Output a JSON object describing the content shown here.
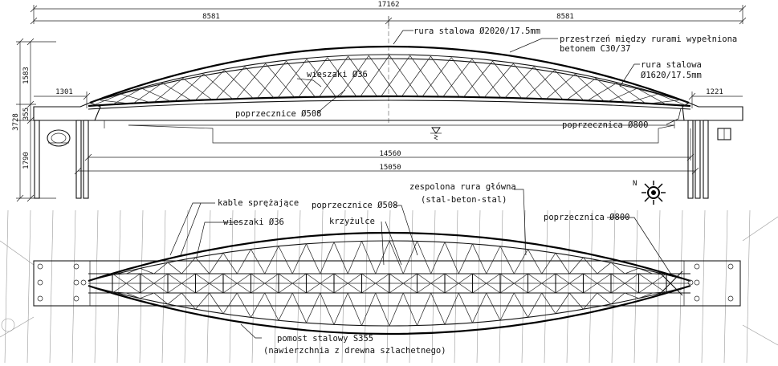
{
  "dimensions": {
    "total_span": "17162",
    "half_left": "8581",
    "half_right": "8581",
    "left_end": "1301",
    "right_end": "1221",
    "deck_inner": "14560",
    "abutment_span": "15050",
    "arch_rise": "1583",
    "total_height": "3728",
    "deck_depth": "355",
    "pier_height": "1790"
  },
  "elevation_labels": {
    "main_tube": "rura stalowa Ø2020/17.5mm",
    "infill_line1": "przestrzeń między rurami wypełniona",
    "infill_line2": "betonem C30/37",
    "inner_tube_line1": "rura stalowa",
    "inner_tube_line2": "Ø1620/17.5mm",
    "hangers": "wieszaki Ø36",
    "cross_beams": "poprzecznice Ø508",
    "end_cross_beam": "poprzecznica Ø800"
  },
  "plan_labels": {
    "tendons": "kable sprężające",
    "hangers": "wieszaki Ø36",
    "cross_beams": "poprzecznice Ø508",
    "bracing": "krzyżulce",
    "composite_line1": "zespolona rura główna",
    "composite_line2": "(stal-beton-stal)",
    "end_cross_beam": "poprzecznica Ø800",
    "deck_line1": "pomost stalowy S355",
    "deck_line2": "(nawierzchnia z drewna szlachetnego)",
    "north": "N"
  }
}
